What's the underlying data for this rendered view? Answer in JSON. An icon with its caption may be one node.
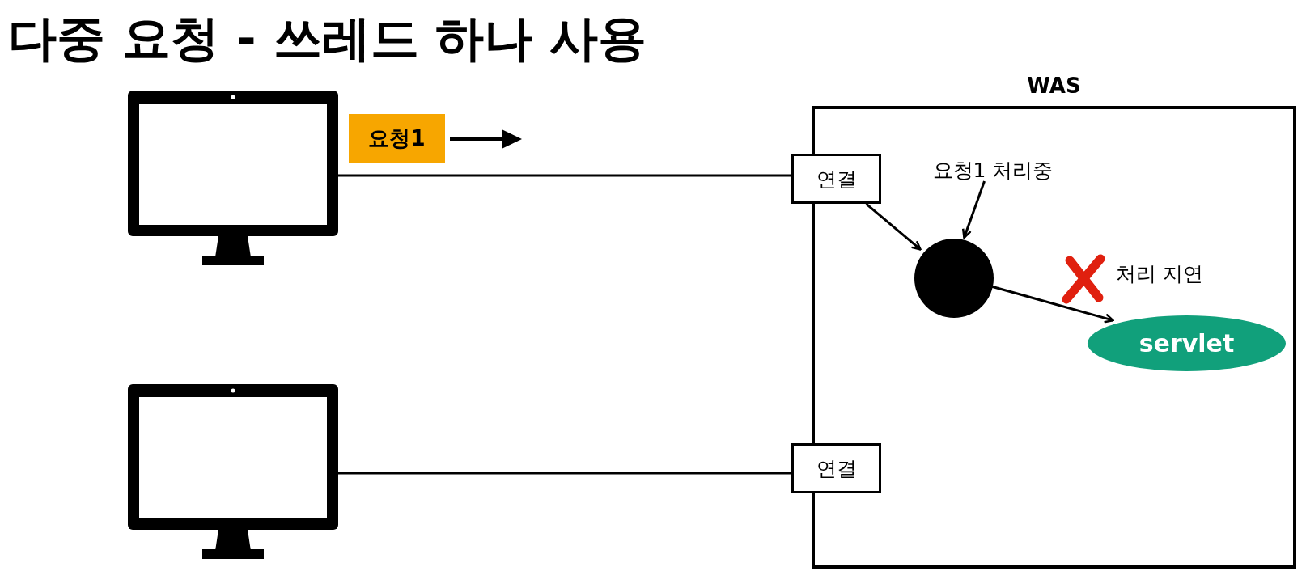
{
  "diagram": {
    "title": "다중 요청 - 쓰레드 하나 사용",
    "nodes": [
      {
        "text": [],
        "shape": "picture"
      },
      {
        "text": [
          "요청1"
        ]
      },
      {
        "text": [
          "WAS"
        ]
      },
      {
        "text": [
          "연결"
        ]
      },
      {
        "text": [],
        "shape": "circle",
        "in": 2
      },
      {
        "text": [
          "요청1 처리중"
        ],
        "in": 2
      },
      {
        "text": [
          "servlet"
        ],
        "in": 2
      },
      {
        "text": [],
        "shape": "picture"
      },
      {
        "text": [
          "연결"
        ]
      }
    ],
    "edges": [
      {
        "from": 0,
        "to": 3,
        "arrow": "none"
      },
      {
        "from": 3,
        "to": 4,
        "arrow": "to"
      },
      {
        "from": 5,
        "to": 4,
        "arrow": "to"
      },
      {
        "from": 4,
        "to": 6,
        "arrow": "to"
      },
      {
        "from": 7,
        "to": 8,
        "arrow": "none"
      }
    ],
    "labels": [
      "처리 지연"
    ]
  }
}
